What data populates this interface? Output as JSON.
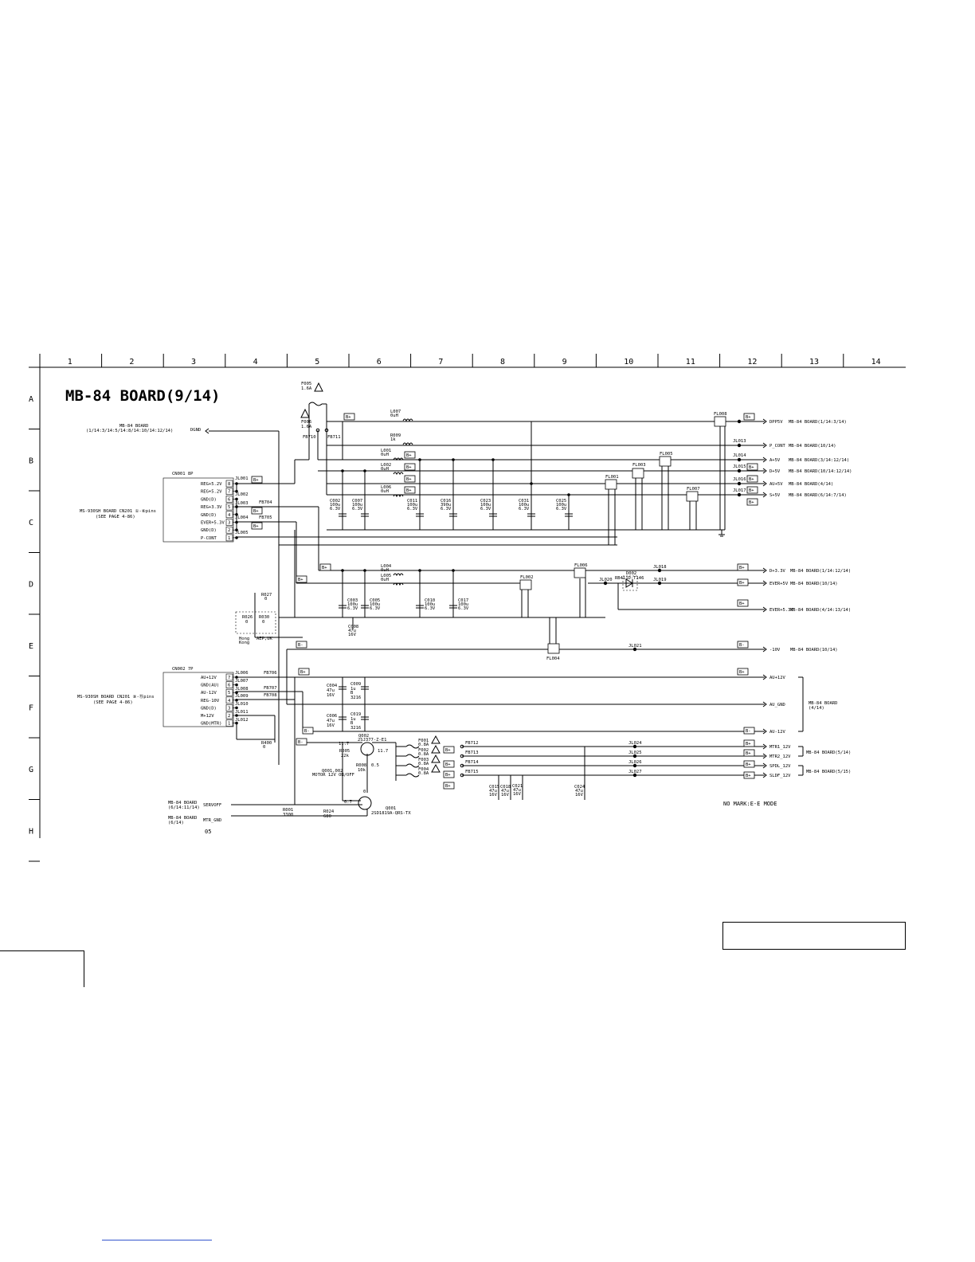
{
  "title": "MB-84 BOARD(9/14)",
  "grid": {
    "columns": [
      "1",
      "2",
      "3",
      "4",
      "5",
      "6",
      "7",
      "8",
      "9",
      "10",
      "11",
      "12",
      "13",
      "14"
    ],
    "rows": [
      "A",
      "B",
      "C",
      "D",
      "E",
      "F",
      "G",
      "H"
    ]
  },
  "notes": {
    "mode": "NO MARK:E-E MODE",
    "page_ref": "05"
  },
  "fuses": {
    "f005": [
      "F005",
      "1.6A"
    ],
    "f006": [
      "F006",
      "1.6A"
    ],
    "fb710": "FB710",
    "fb711": "FB711"
  },
  "cn001": {
    "title": "CN001  8P",
    "pins": [
      {
        "num": "8",
        "label": "REG+5.2V"
      },
      {
        "num": "7",
        "label": "REG+5.2V"
      },
      {
        "num": "6",
        "label": "GND(D)"
      },
      {
        "num": "5",
        "label": "REG+3.3V"
      },
      {
        "num": "4",
        "label": "GND(D)"
      },
      {
        "num": "3",
        "label": "EVER+5.3V"
      },
      {
        "num": "2",
        "label": "GND(D)"
      },
      {
        "num": "1",
        "label": "P-CONT"
      }
    ],
    "ref": [
      "MS-930SH BOARD CN201 ①-⑧pins",
      "(SEE PAGE 4-86)"
    ]
  },
  "cn002": {
    "title": "CN002  7P",
    "pins": [
      {
        "num": "7",
        "label": "AU+12V"
      },
      {
        "num": "6",
        "label": "GND(AU)"
      },
      {
        "num": "5",
        "label": "AU-12V"
      },
      {
        "num": "4",
        "label": "REG-10V"
      },
      {
        "num": "3",
        "label": "GND(D)"
      },
      {
        "num": "2",
        "label": "M+12V"
      },
      {
        "num": "1",
        "label": "GND(MTR)"
      }
    ],
    "ref": [
      "MS-930SH BOARD CN201 ⑨-⑮pins",
      "(SEE PAGE 4-86)"
    ]
  },
  "left_refs": {
    "mb84_top": [
      "MB-84 BOARD",
      "(1/14:3/14:5/14:8/14:10/14:12/14)"
    ],
    "dgnd": "DGND",
    "mb84_svr": [
      "MB-84 BOARD",
      "(6/14:11/14)"
    ],
    "svroff": "SERVOFF",
    "mb84_mtr": [
      "MB-84 BOARD",
      "(6/14)"
    ],
    "mtrgnd": "MTR_GND"
  },
  "jl_left": [
    "JL001",
    "JL002",
    "JL003",
    "JL004",
    "JL005",
    "JL006",
    "JL007",
    "JL008",
    "JL009",
    "JL010",
    "JL011",
    "JL012"
  ],
  "fb_left": [
    "FB704",
    "FB705",
    "FB706",
    "FB707",
    "FB708"
  ],
  "inductors": [
    {
      "ref": "L007",
      "val": "0uH"
    },
    {
      "ref": "R009",
      "val": "1k"
    },
    {
      "ref": "L001",
      "val": "0uH"
    },
    {
      "ref": "L002",
      "val": "0uH"
    },
    {
      "ref": "L006",
      "val": "0uH"
    },
    {
      "ref": "L004",
      "val": "0uH"
    },
    {
      "ref": "L005",
      "val": "0uH"
    }
  ],
  "caps_c": [
    {
      "ref": "C002",
      "v1": "100u",
      "v2": "6.3V"
    },
    {
      "ref": "C007",
      "v1": "100u",
      "v2": "6.3V"
    },
    {
      "ref": "C011",
      "v1": "100u",
      "v2": "6.3V"
    },
    {
      "ref": "C016",
      "v1": "390u",
      "v2": "6.3V"
    },
    {
      "ref": "C023",
      "v1": "100u",
      "v2": "6.3V"
    },
    {
      "ref": "C031",
      "v1": "100u",
      "v2": "6.3V"
    },
    {
      "ref": "C025",
      "v1": "100u",
      "v2": "6.3V"
    }
  ],
  "caps_d": [
    {
      "ref": "C003",
      "v1": "100u",
      "v2": "6.3V"
    },
    {
      "ref": "C005",
      "v1": "100u",
      "v2": "6.3V"
    },
    {
      "ref": "C010",
      "v1": "100u",
      "v2": "6.3V"
    },
    {
      "ref": "C017",
      "v1": "100u",
      "v2": "6.3V"
    }
  ],
  "caps_misc": {
    "c008": [
      "C008",
      "47u",
      "16V"
    ],
    "c004": [
      "C004",
      "47u",
      "16V"
    ],
    "c009": [
      "C009",
      "1u",
      "B",
      "3216"
    ],
    "c006": [
      "C006",
      "47u",
      "16V"
    ],
    "c019": [
      "C019",
      "1u",
      "B",
      "3216"
    ],
    "c015": [
      "C015",
      "47u",
      "16V"
    ],
    "c018": [
      "C018",
      "47u",
      "16V"
    ],
    "c021": [
      "C021",
      "47u",
      "16V"
    ],
    "c024": [
      "C024",
      "47u",
      "16V"
    ]
  },
  "filters": [
    "FL001",
    "FL002",
    "FL003",
    "FL004",
    "FL005",
    "FL006",
    "FL007",
    "FL008"
  ],
  "jl_right": [
    "JL013",
    "JL014",
    "JL015",
    "JL016",
    "JL017",
    "JL018",
    "JL019",
    "JL020",
    "JL021",
    "JL024",
    "JL025",
    "JL026",
    "JL027"
  ],
  "outputs_top": [
    {
      "sig": "DPP5V",
      "dest": "MB-84 BOARD(1/14:3/14)"
    },
    {
      "sig": "P_CONT",
      "dest": "MB-84 BOARD(10/14)"
    },
    {
      "sig": "A+5V",
      "dest": "MB-84 BOARD(3/14:12/14)"
    },
    {
      "sig": "D+5V",
      "dest": "MB-84 BOARD(10/14:12/14)"
    },
    {
      "sig": "AU+5V",
      "dest": "MB-84 BOARD(4/14)"
    },
    {
      "sig": "S+5V",
      "dest": "MB-84 BOARD(6/14:7/14)"
    }
  ],
  "outputs_mid": [
    {
      "sig": "D+3.3V",
      "dest": "MB-84 BOARD(1/14:12/14)"
    },
    {
      "sig": "EVER+5V",
      "dest": "MB-84 BOARD(10/14)"
    },
    {
      "sig": "EVER+5.3V",
      "dest": "MB-84 BOARD(4/14:13/14)"
    },
    {
      "sig": "-10V",
      "dest": "MB-84 BOARD(10/14)"
    }
  ],
  "outputs_au": {
    "sigs": [
      "AU+12V",
      "AU_GND",
      "AU-12V"
    ],
    "dest": [
      "MB-84 BOARD",
      "(4/14)"
    ]
  },
  "outputs_mtr": {
    "sigs": [
      "MTR1_12V",
      "MTR2_12V",
      "SPDL_12V",
      "SLDF_12V"
    ],
    "dest1": "MB-84 BOARD(5/14)",
    "dest2": "MB-84 BOARD(5/15)"
  },
  "mtr_fuses": [
    {
      "ref": "F001",
      "val": "0.8A",
      "fb": "FB712"
    },
    {
      "ref": "F002",
      "val": "0.8A",
      "fb": "FB713"
    },
    {
      "ref": "F003",
      "val": "0.8A",
      "fb": "FB714"
    },
    {
      "ref": "F004",
      "val": "0.8A",
      "fb": "FB715"
    }
  ],
  "transistors": {
    "q002": [
      "Q002",
      "2SJ377-Z-E1"
    ],
    "q001": [
      "Q001",
      "2SD1819A-QRS-TX"
    ],
    "q_label": [
      "Q001,002",
      "MOTOR 12V ON/OFF"
    ],
    "v_q002_l": "11.7",
    "v_q002_r": "11.7",
    "v_q001_b": "0.7",
    "v_r008": "0.5",
    "v_q001_c": "0"
  },
  "resistors": {
    "r027": [
      "R027",
      "0"
    ],
    "r026": [
      "R026",
      "0"
    ],
    "r030": [
      "R030",
      "0"
    ],
    "r005": [
      "R005",
      "22k"
    ],
    "r008": [
      "R008",
      "10k"
    ],
    "r001": [
      "R001",
      "3300"
    ],
    "r024": [
      "R024",
      "680"
    ],
    "r400": [
      "R400",
      "0"
    ]
  },
  "diode": [
    "D002",
    "RB411D-T146"
  ],
  "region": [
    "Hong",
    "Kong",
    "AEP,UK"
  ],
  "tags": {
    "bplus": "B+",
    "bminus": "B-"
  }
}
